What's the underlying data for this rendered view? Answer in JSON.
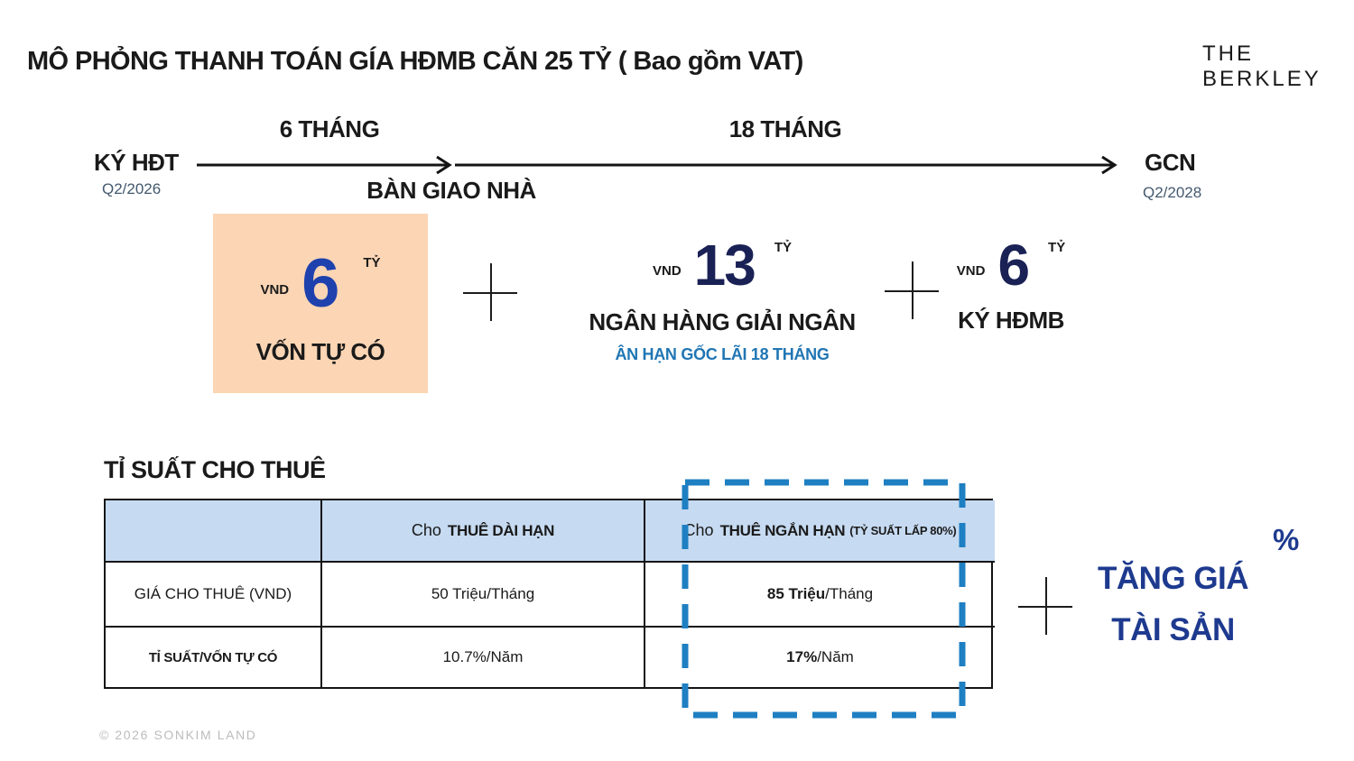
{
  "page": {
    "title": "MÔ PHỎNG THANH TOÁN GÍA HĐMB CĂN 25 TỶ ( Bao gồm VAT)",
    "footer": "© 2026 SONKIM LAND"
  },
  "logo": {
    "line1": "THE",
    "line2": "BERKLEY"
  },
  "timeline": {
    "start": {
      "label": "KÝ HĐT",
      "date": "Q2/2026"
    },
    "segment1_duration": "6 THÁNG",
    "handover_label": "BÀN GIAO NHÀ",
    "segment2_duration": "18 THÁNG",
    "end": {
      "label": "GCN",
      "date": "Q2/2028"
    }
  },
  "payment": {
    "blocks": [
      {
        "currency": "VND",
        "amount": "6",
        "unit": "TỶ",
        "label": "VỐN TỰ CÓ",
        "highlighted": true
      },
      {
        "currency": "VND",
        "amount": "13",
        "unit": "TỶ",
        "label": "NGÂN HÀNG GIẢI NGÂN",
        "sublabel": "ÂN HẠN GỐC LÃI 18 THÁNG"
      },
      {
        "currency": "VND",
        "amount": "6",
        "unit": "TỶ",
        "label": "KÝ HĐMB"
      }
    ]
  },
  "rental": {
    "heading": "TỈ SUẤT CHO THUÊ",
    "table": {
      "header": {
        "corner": "",
        "long_prefix": "Cho",
        "long_bold": "THUÊ DÀI HẠN",
        "short_prefix": "Cho",
        "short_bold": "THUÊ NGẮN HẠN",
        "short_note": "(TỶ SUẤT LẤP 80%)"
      },
      "rows": [
        {
          "label": "GIÁ CHO THUÊ (VND)",
          "long_term": "50 Triệu/Tháng",
          "short_term_bold": "85 Triệu",
          "short_term_rest": "/Tháng"
        },
        {
          "label": "TỈ SUẤT/VỐN TỰ CÓ",
          "long_term": "10.7%/Năm",
          "short_term_bold": "17%",
          "short_term_rest": "/Năm"
        }
      ]
    }
  },
  "appreciation": {
    "line1": "TĂNG GIÁ",
    "line2": "TÀI SẢN",
    "percent": "%"
  },
  "colors": {
    "highlight_box_bg": "#FBD5B4",
    "amount_bright_blue": "#1F41AE",
    "amount_navy": "#1A2155",
    "grace_period_blue": "#2076B4",
    "table_header_bg": "#C6DAF1",
    "dashed_outline_blue": "#1E7FC2",
    "appreciation_blue": "#1E3A8F",
    "timeline_date_slate": "#44596E",
    "footer_gray": "#BCBCBC"
  }
}
